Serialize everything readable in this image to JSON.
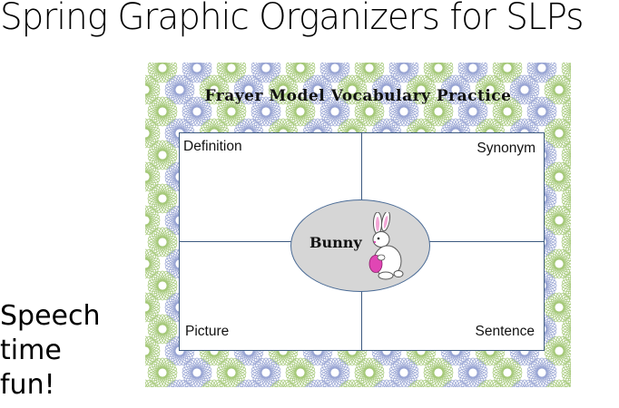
{
  "headline": "Spring Graphic Organizers for SLPs",
  "side_tag": [
    "Speech",
    "time",
    "fun!"
  ],
  "organizer": {
    "title": "Frayer Model Vocabulary Practice",
    "quadrants": {
      "top_left": "Definition",
      "top_right": "Synonym",
      "bottom_left": "Picture",
      "bottom_right": "Sentence"
    },
    "center_word": "Bunny"
  },
  "colors": {
    "flower_blue": "#9aa6d4",
    "flower_green": "#a6c97a",
    "grid_line": "#3d5a80",
    "oval_fill": "#d6d6d6",
    "bunny_accent": "#e046b4"
  },
  "icons": {
    "pattern": "spirograph-flower-icon",
    "mascot": "bunny-icon"
  }
}
